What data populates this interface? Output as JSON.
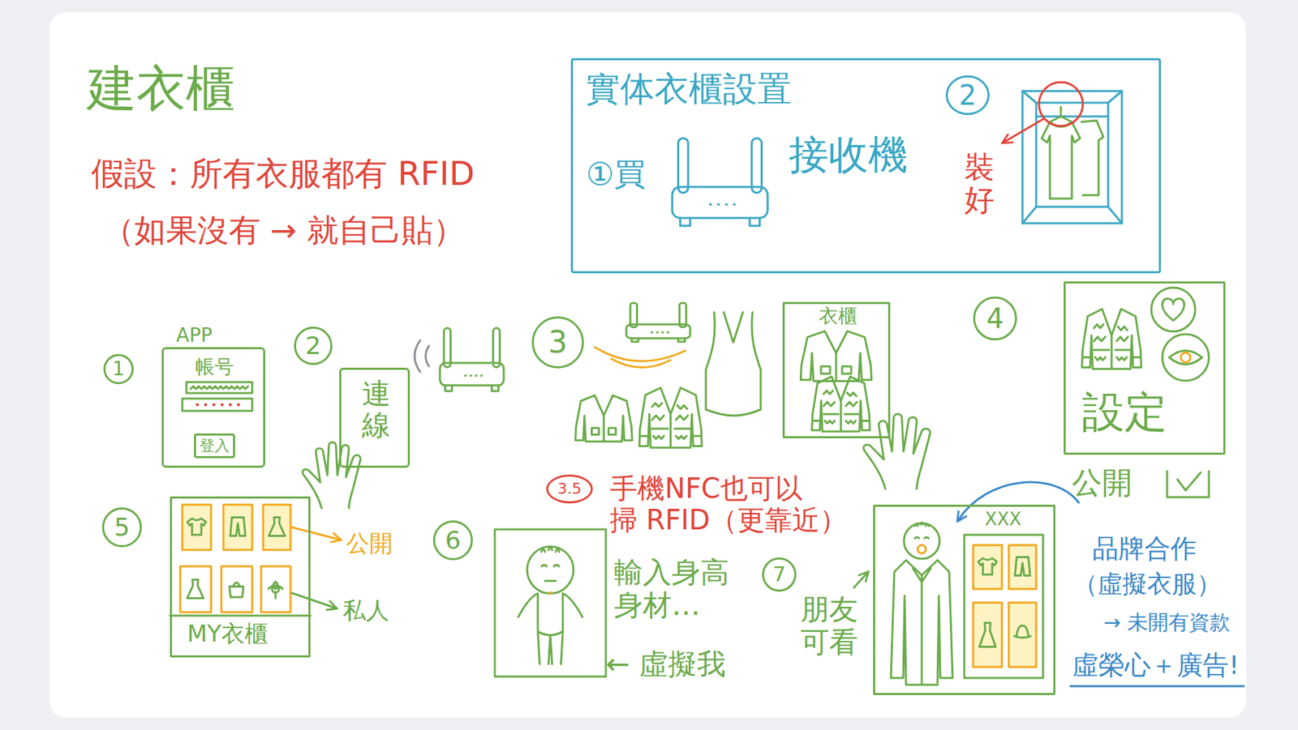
{
  "diagram": {
    "title": "建衣櫃",
    "nodes": [
      {
        "text": [
          "實体衣櫃設置",
          "①買",
          "接收機",
          "裝好"
        ]
      },
      {
        "text": [
          "2"
        ],
        "in": 0
      },
      {
        "text": [
          "1"
        ]
      },
      {
        "text": [
          "APP",
          "帳号"
        ]
      },
      {
        "text": [
          "登入"
        ],
        "in": 3
      },
      {
        "text": [
          "2"
        ]
      },
      {
        "text": [
          "連線"
        ]
      },
      {
        "text": [
          "3"
        ]
      },
      {
        "text": [
          "衣櫃"
        ]
      },
      {
        "text": [
          "4"
        ]
      },
      {
        "text": [
          "設定"
        ]
      },
      {
        "text": [
          "3.5"
        ]
      },
      {
        "text": [
          "5"
        ]
      },
      {
        "text": [
          "MY衣櫃"
        ]
      },
      {
        "text": [
          "6"
        ]
      },
      {
        "text": [
          "7"
        ]
      },
      {
        "text": [
          "XXX"
        ]
      }
    ],
    "labels": [
      "假設：所有衣服都有 RFID",
      "（如果沒有 → 就自己貼）",
      "公開",
      "手機NFC也可以 掃 RFID（更靠近）",
      "公開",
      "私人",
      "輸入身高 身材…",
      "← 虛擬我",
      "朋友 可看",
      "品牌合作",
      "（虛擬衣服）",
      "→ 未開有資款",
      "虛榮心＋廣告!"
    ]
  }
}
